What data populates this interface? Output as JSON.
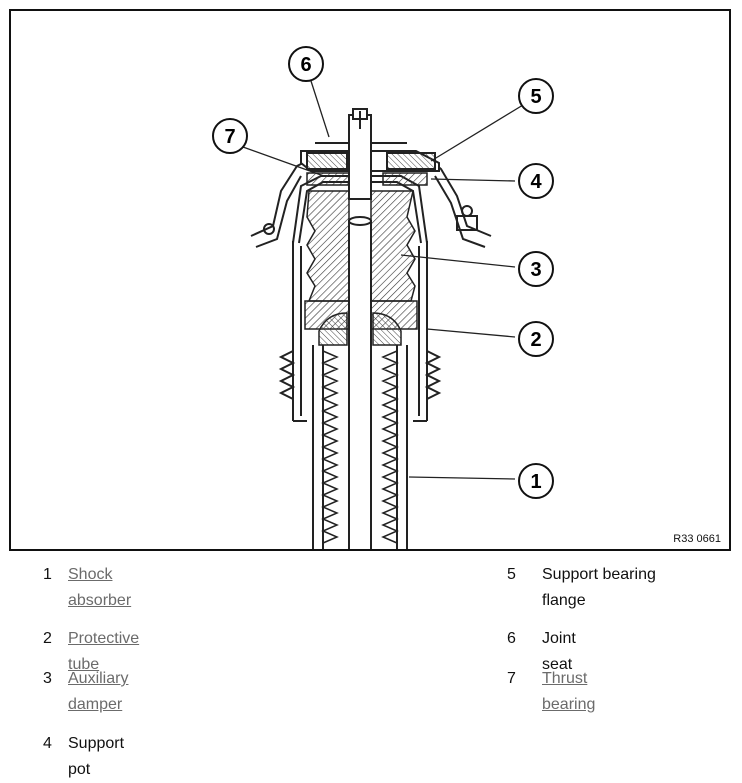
{
  "figure": {
    "reference_code": "R33 0661",
    "callouts": [
      "1",
      "2",
      "3",
      "4",
      "5",
      "6",
      "7"
    ]
  },
  "legend": [
    {
      "number": "1",
      "label": "Shock absorber",
      "is_link": true
    },
    {
      "number": "2",
      "label": "Protective tube",
      "is_link": true
    },
    {
      "number": "3",
      "label": "Auxiliary damper",
      "is_link": true
    },
    {
      "number": "4",
      "label": "Support pot",
      "is_link": false
    },
    {
      "number": "5",
      "label": "Support bearing flange",
      "is_link": false
    },
    {
      "number": "6",
      "label": "Joint seat",
      "is_link": false
    },
    {
      "number": "7",
      "label": "Thrust bearing",
      "is_link": true
    }
  ]
}
